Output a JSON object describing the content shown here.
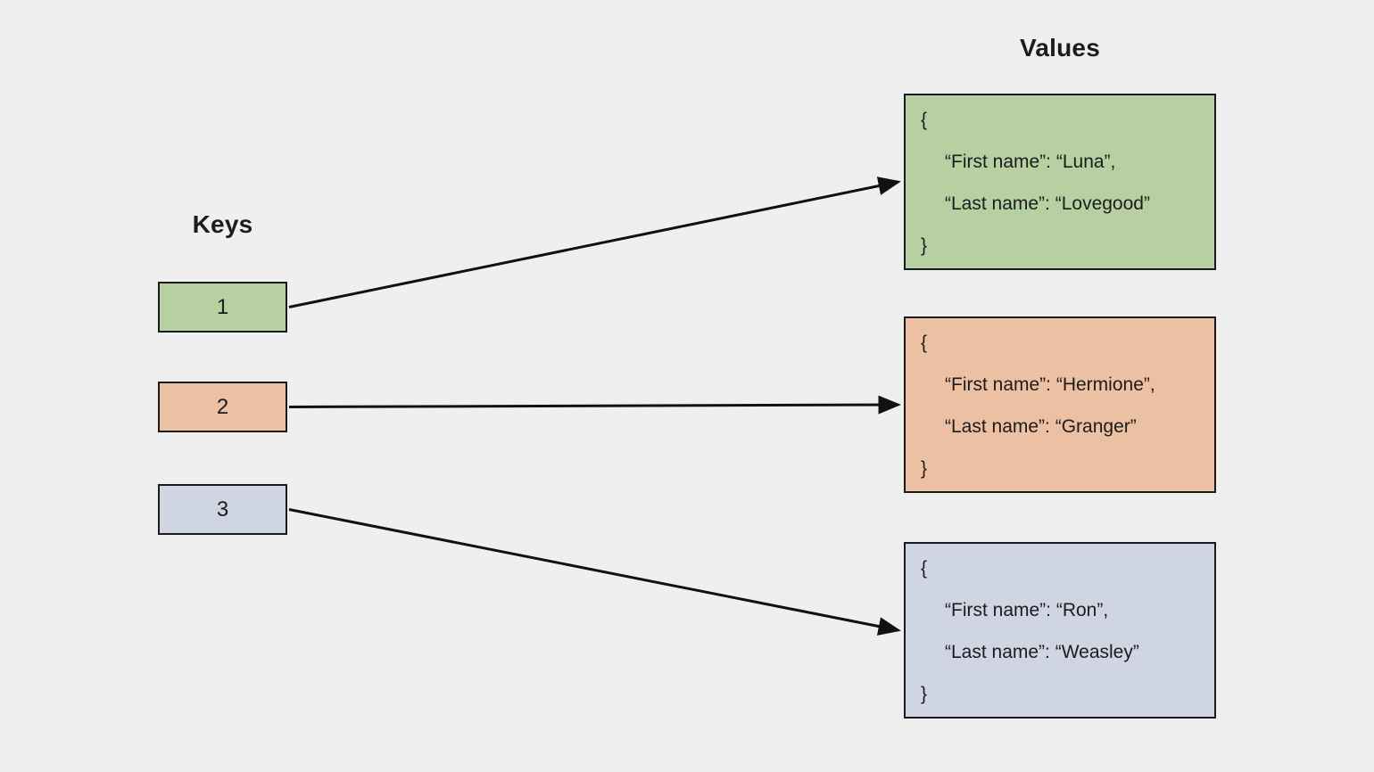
{
  "diagram": {
    "keys": {
      "title": "Keys",
      "items": [
        {
          "label": "1",
          "color": "#b6d0a2"
        },
        {
          "label": "2",
          "color": "#ecc0a3"
        },
        {
          "label": "3",
          "color": "#cfd5e3"
        }
      ]
    },
    "values": {
      "title": "Values",
      "items": [
        {
          "color": "#b6d0a2",
          "lines": [
            "{",
            "“First name”: “Luna”,",
            "“Last name”: “Lovegood”",
            "}"
          ]
        },
        {
          "color": "#ecc0a3",
          "lines": [
            "{",
            "“First name”: “Hermione”,",
            "“Last name”: “Granger”",
            "}"
          ]
        },
        {
          "color": "#cfd5e3",
          "lines": [
            "{",
            "“First name”: “Ron”,",
            "“Last name”: “Weasley”",
            "}"
          ]
        }
      ]
    },
    "connections": [
      {
        "from": 0,
        "to": 0
      },
      {
        "from": 1,
        "to": 1
      },
      {
        "from": 2,
        "to": 2
      }
    ],
    "colors": {
      "background": "#efefef",
      "box_border": "#1a1a1a",
      "arrow": "#111111",
      "text": "#1c1c1c"
    }
  }
}
